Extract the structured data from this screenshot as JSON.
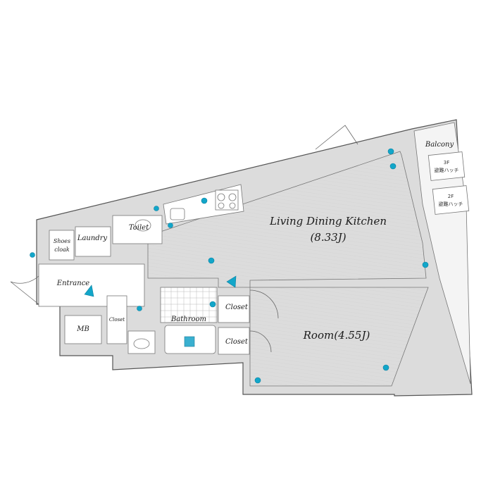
{
  "rooms": {
    "ldk": "Living Dining Kitchen",
    "ldk_size": "(8.33J)",
    "room": "Room(4.55J)",
    "balcony": "Balcony",
    "shoes_1": "Shoes",
    "shoes_2": "cloak",
    "laundry": "Laundry",
    "toilet": "Toilet",
    "entrance": "Entrance",
    "mb": "MB",
    "closet_small": "Closet",
    "bathroom": "Bathroom",
    "closet_1": "Closet",
    "closet_2": "Closet"
  },
  "hatches": {
    "floor3": "3F",
    "floor2": "2F",
    "label": "避難ハッチ"
  },
  "colors": {
    "wall": "#dcdcdc",
    "fixture": "#12a6c9"
  }
}
